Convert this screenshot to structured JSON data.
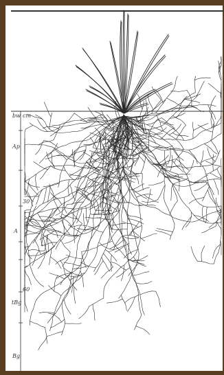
{
  "labels": {
    "header_left": "bw",
    "header_unit": "cm",
    "horizon_ap": "Ap",
    "depth_30": "30",
    "horizon_a": "A",
    "depth_60": "60",
    "horizon_tbg": "tBg",
    "horizon_bg": "Bg"
  },
  "colors": {
    "frame": "#5a3d1e",
    "ink": "#2a2a2a"
  }
}
